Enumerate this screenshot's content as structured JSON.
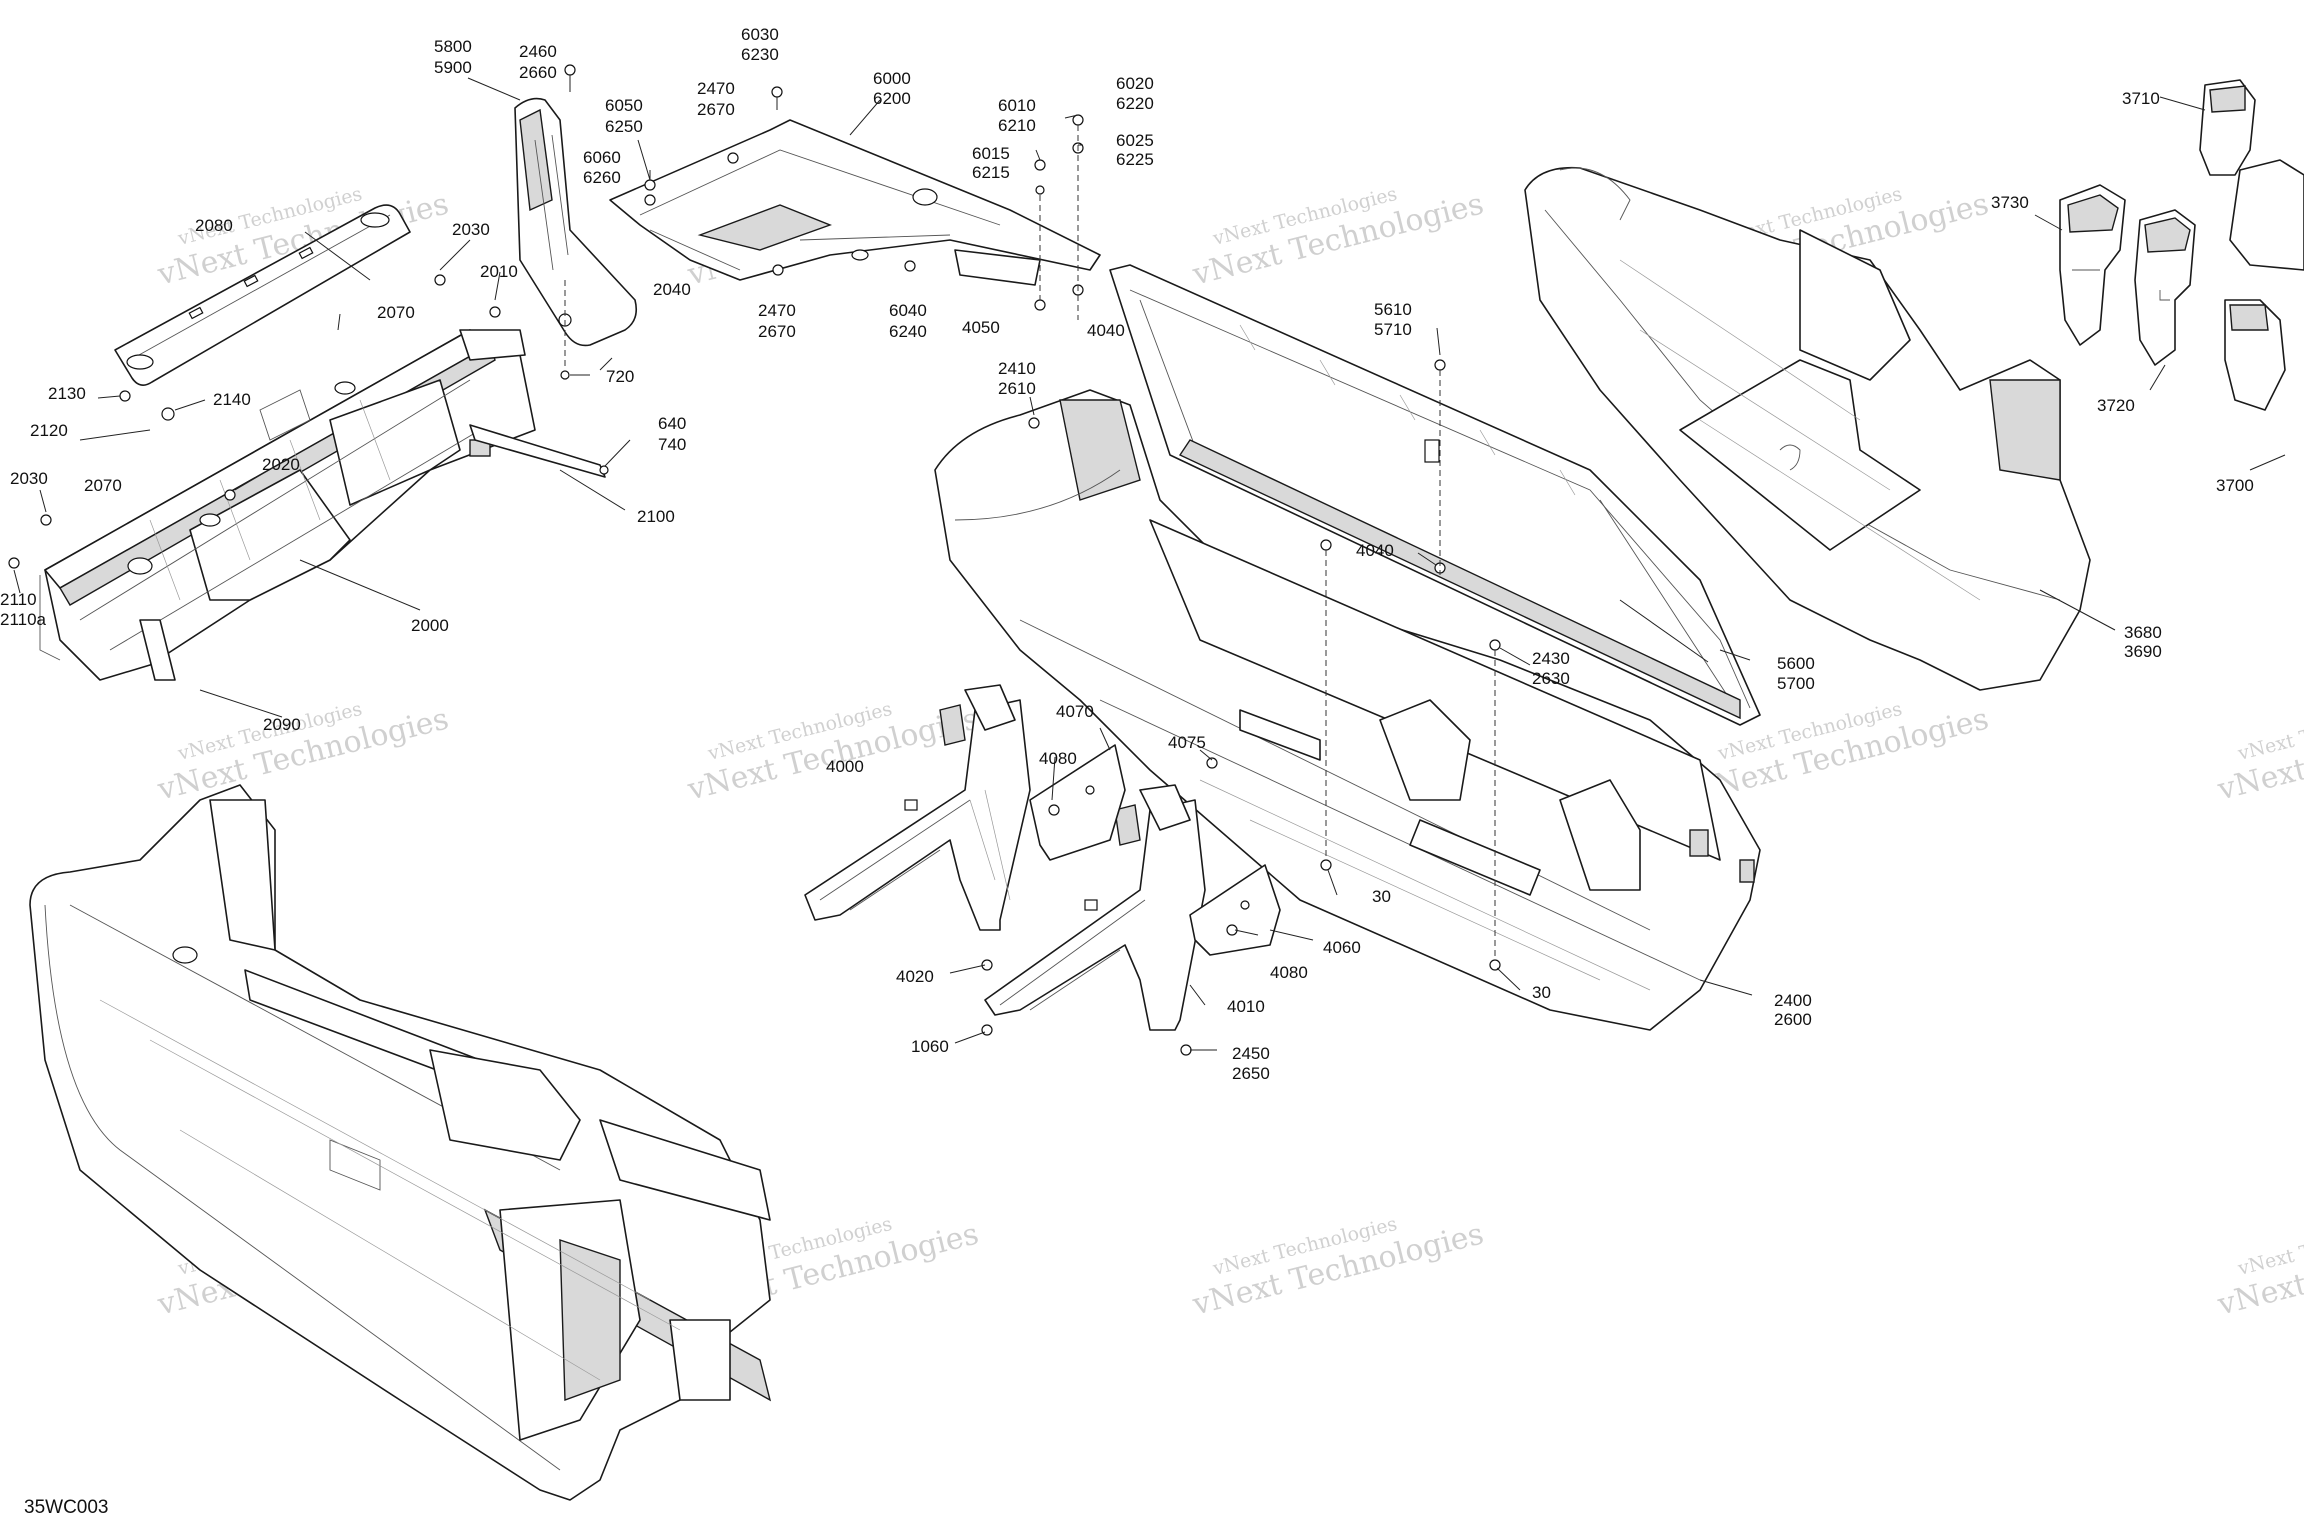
{
  "figure_code": "35WC003",
  "watermark": "vNext Technologies",
  "callouts": [
    {
      "id": "c5800",
      "lines": [
        "5800",
        "5900"
      ]
    },
    {
      "id": "c2460",
      "lines": [
        "2460",
        "2660"
      ]
    },
    {
      "id": "c6030",
      "lines": [
        "6030",
        "6230"
      ]
    },
    {
      "id": "c6050",
      "lines": [
        "6050",
        "6250"
      ]
    },
    {
      "id": "c2470a",
      "lines": [
        "2470",
        "2670"
      ]
    },
    {
      "id": "c6000",
      "lines": [
        "6000",
        "6200"
      ]
    },
    {
      "id": "c6010",
      "lines": [
        "6010",
        "6210"
      ]
    },
    {
      "id": "c6020",
      "lines": [
        "6020",
        "6220"
      ]
    },
    {
      "id": "c6025",
      "lines": [
        "6025",
        "6225"
      ]
    },
    {
      "id": "c6015",
      "lines": [
        "6015",
        "6215"
      ]
    },
    {
      "id": "c6060",
      "lines": [
        "6060",
        "6260"
      ]
    },
    {
      "id": "c2040",
      "lines": [
        "2040"
      ]
    },
    {
      "id": "c2470b",
      "lines": [
        "2470",
        "2670"
      ]
    },
    {
      "id": "c6040",
      "lines": [
        "6040",
        "6240"
      ]
    },
    {
      "id": "c4050",
      "lines": [
        "4050"
      ]
    },
    {
      "id": "c4040a",
      "lines": [
        "4040"
      ]
    },
    {
      "id": "c2080",
      "lines": [
        "2080"
      ]
    },
    {
      "id": "c2030a",
      "lines": [
        "2030"
      ]
    },
    {
      "id": "c2010",
      "lines": [
        "2010"
      ]
    },
    {
      "id": "c2070a",
      "lines": [
        "2070"
      ]
    },
    {
      "id": "c720",
      "lines": [
        "720"
      ]
    },
    {
      "id": "c2130",
      "lines": [
        "2130"
      ]
    },
    {
      "id": "c2140",
      "lines": [
        "2140"
      ]
    },
    {
      "id": "c2120",
      "lines": [
        "2120"
      ]
    },
    {
      "id": "c2070b",
      "lines": [
        "2070"
      ]
    },
    {
      "id": "c2020",
      "lines": [
        "2020"
      ]
    },
    {
      "id": "c640",
      "lines": [
        "640",
        "740"
      ]
    },
    {
      "id": "c2100",
      "lines": [
        "2100"
      ]
    },
    {
      "id": "c2030b",
      "lines": [
        "2030"
      ]
    },
    {
      "id": "c2110",
      "lines": [
        "2110",
        "2110a"
      ]
    },
    {
      "id": "c2000",
      "lines": [
        "2000"
      ]
    },
    {
      "id": "c2090",
      "lines": [
        "2090"
      ]
    },
    {
      "id": "c5610",
      "lines": [
        "5610",
        "5710"
      ]
    },
    {
      "id": "c2410",
      "lines": [
        "2410",
        "2610"
      ]
    },
    {
      "id": "c4040b",
      "lines": [
        "4040"
      ]
    },
    {
      "id": "c2430",
      "lines": [
        "2430",
        "2630"
      ]
    },
    {
      "id": "c5600",
      "lines": [
        "5600",
        "5700"
      ]
    },
    {
      "id": "c4070",
      "lines": [
        "4070"
      ]
    },
    {
      "id": "c4080a",
      "lines": [
        "4080"
      ]
    },
    {
      "id": "c4000",
      "lines": [
        "4000"
      ]
    },
    {
      "id": "c4075",
      "lines": [
        "4075"
      ]
    },
    {
      "id": "c30a",
      "lines": [
        "30"
      ]
    },
    {
      "id": "c30b",
      "lines": [
        "30"
      ]
    },
    {
      "id": "c4060",
      "lines": [
        "4060"
      ]
    },
    {
      "id": "c4080b",
      "lines": [
        "4080"
      ]
    },
    {
      "id": "c4020",
      "lines": [
        "4020"
      ]
    },
    {
      "id": "c4010",
      "lines": [
        "4010"
      ]
    },
    {
      "id": "c1060",
      "lines": [
        "1060"
      ]
    },
    {
      "id": "c2450",
      "lines": [
        "2450",
        "2650"
      ]
    },
    {
      "id": "c2400",
      "lines": [
        "2400",
        "2600"
      ]
    },
    {
      "id": "c3710",
      "lines": [
        "3710"
      ]
    },
    {
      "id": "c3730",
      "lines": [
        "3730"
      ]
    },
    {
      "id": "c3720",
      "lines": [
        "3720"
      ]
    },
    {
      "id": "c3700",
      "lines": [
        "3700"
      ]
    },
    {
      "id": "c3680",
      "lines": [
        "3680",
        "3690"
      ]
    }
  ]
}
